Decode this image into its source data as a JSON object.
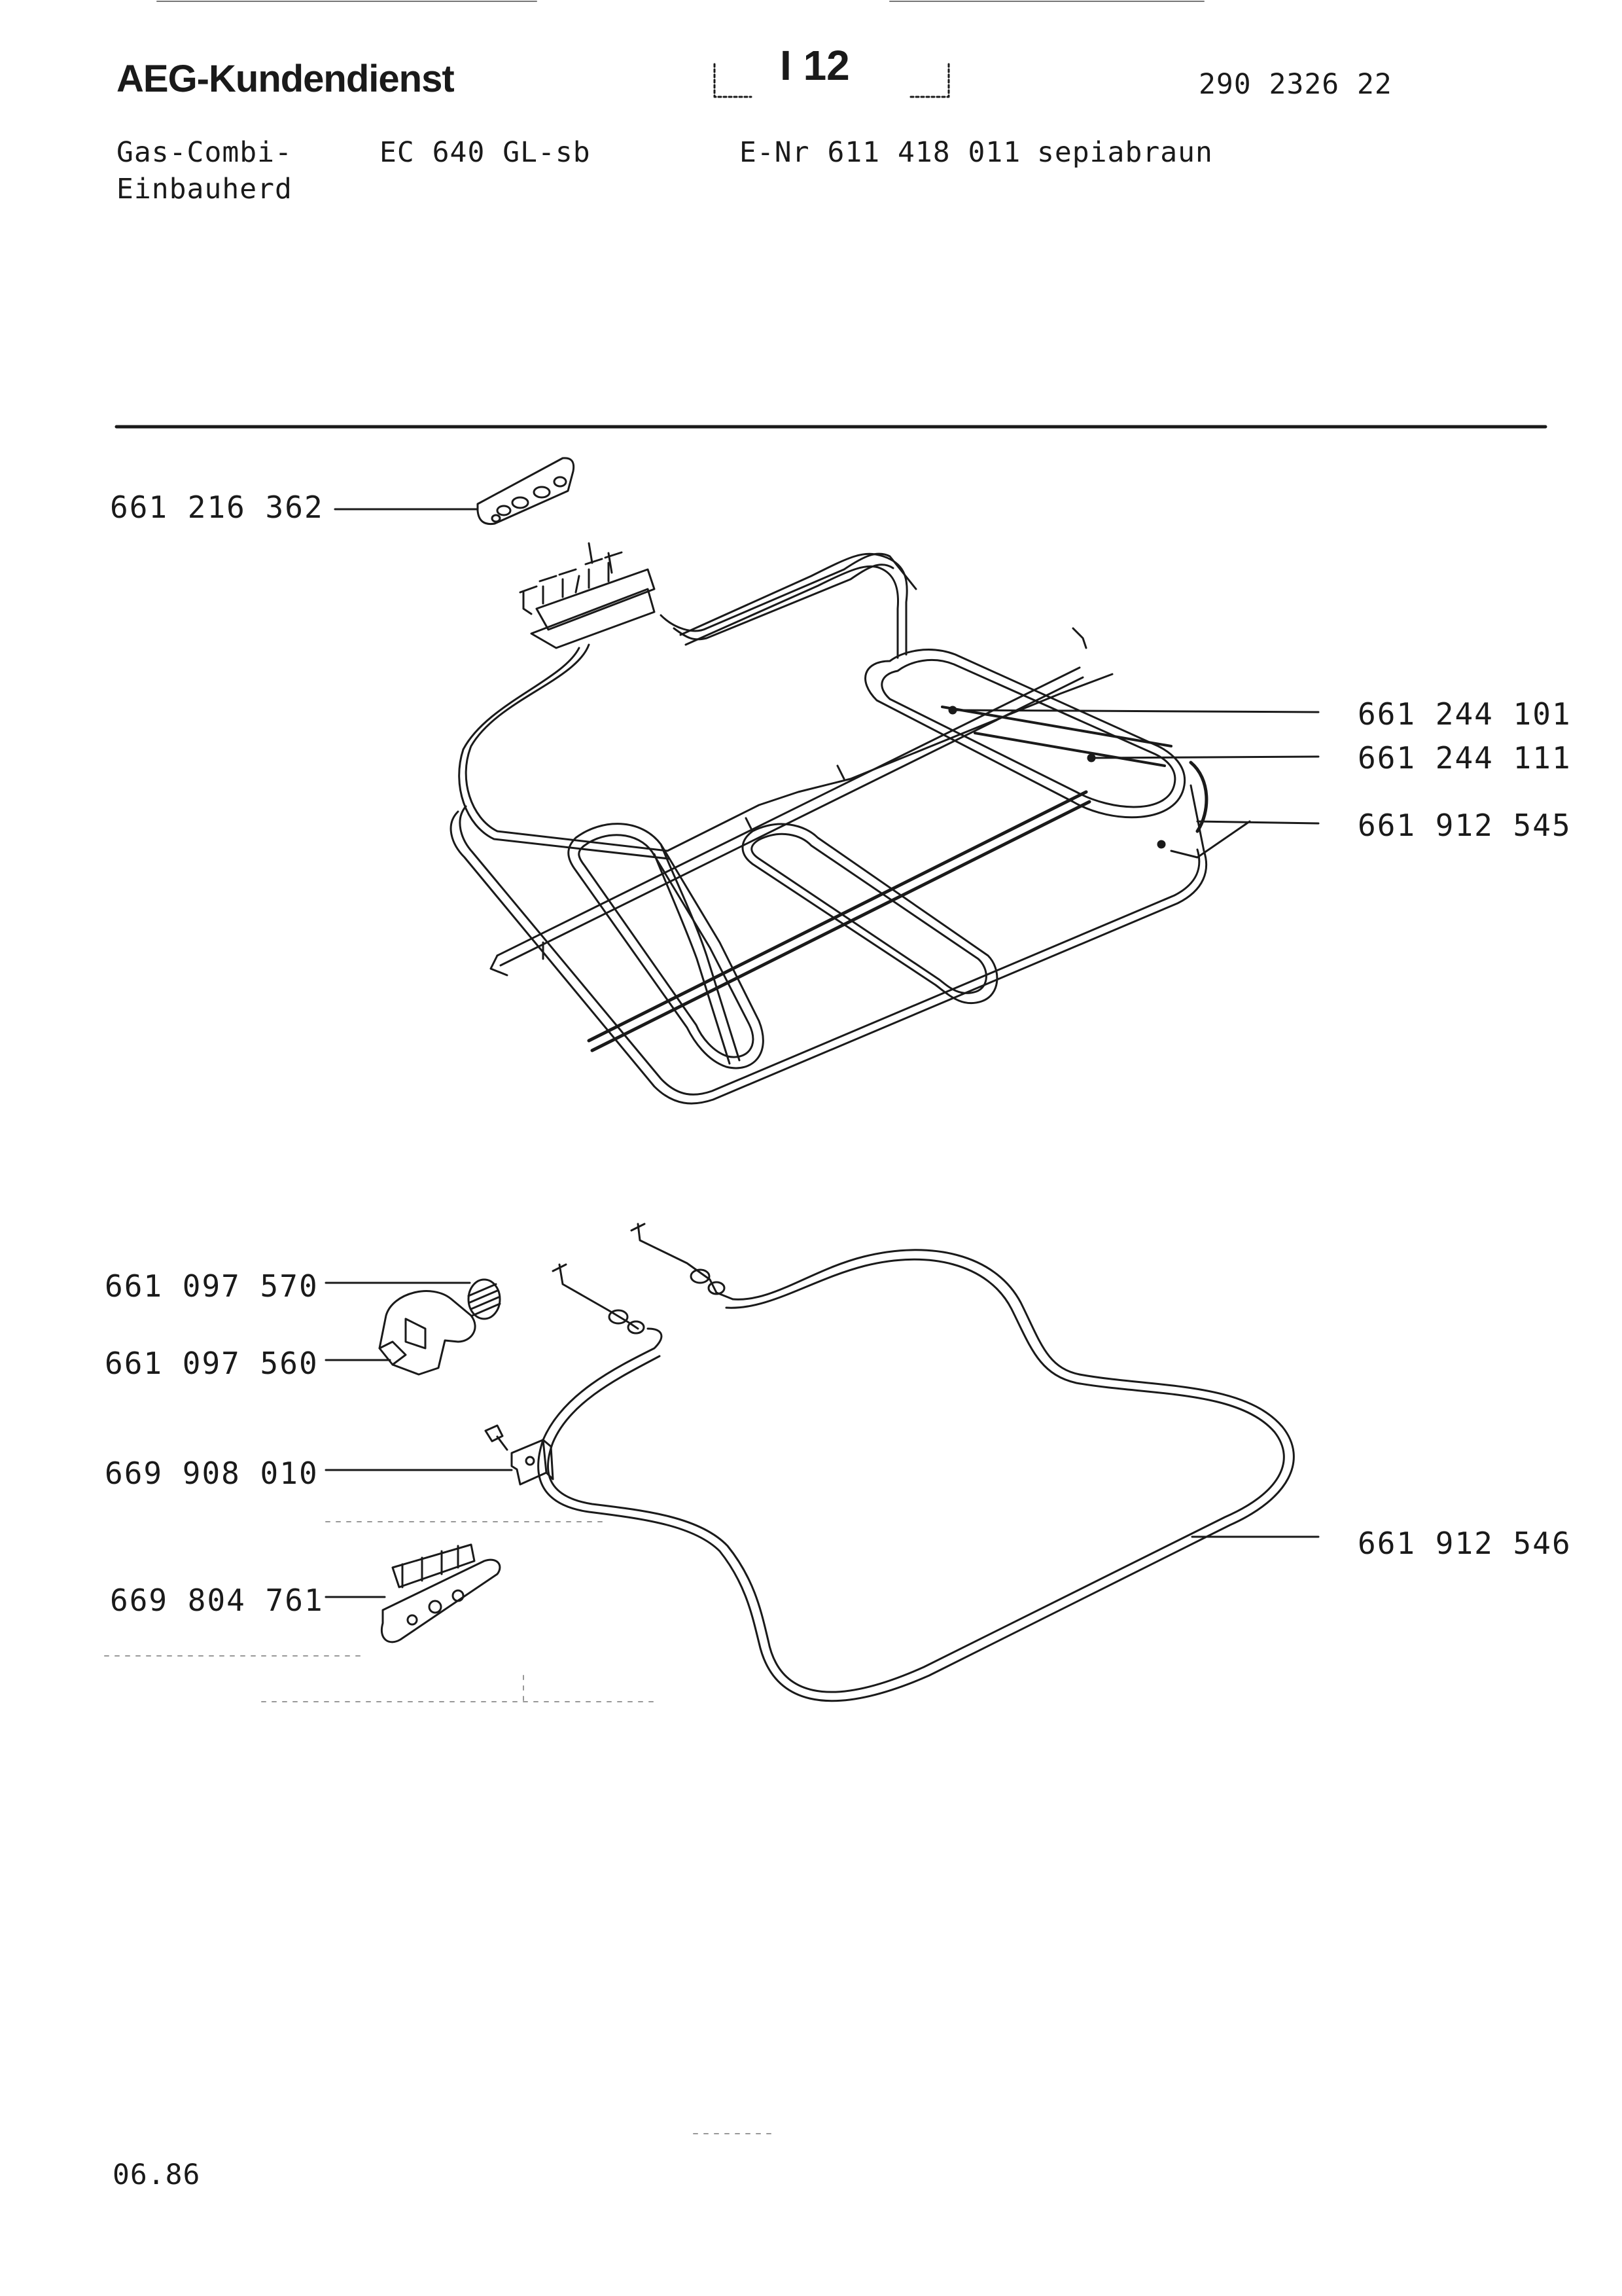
{
  "header": {
    "brand": "AEG-Kundendienst",
    "page_code": "I 12",
    "doc_number": "290 2326 22"
  },
  "product": {
    "type_line1": "Gas-Combi-",
    "type_line2": "Einbauherd",
    "model": "EC 640 GL-sb",
    "enr": "E-Nr 611 418 011",
    "color": "sepiabraun"
  },
  "parts_upper": [
    {
      "number": "661 216 362"
    },
    {
      "number": "661 244 101"
    },
    {
      "number": "661 244 111"
    },
    {
      "number": "661 912 545"
    }
  ],
  "parts_lower": [
    {
      "number": "661 097 570"
    },
    {
      "number": "661 097 560"
    },
    {
      "number": "669 908 010"
    },
    {
      "number": "669 804 761"
    },
    {
      "number": "661 912 546"
    }
  ],
  "footer": {
    "date": "06.86"
  }
}
